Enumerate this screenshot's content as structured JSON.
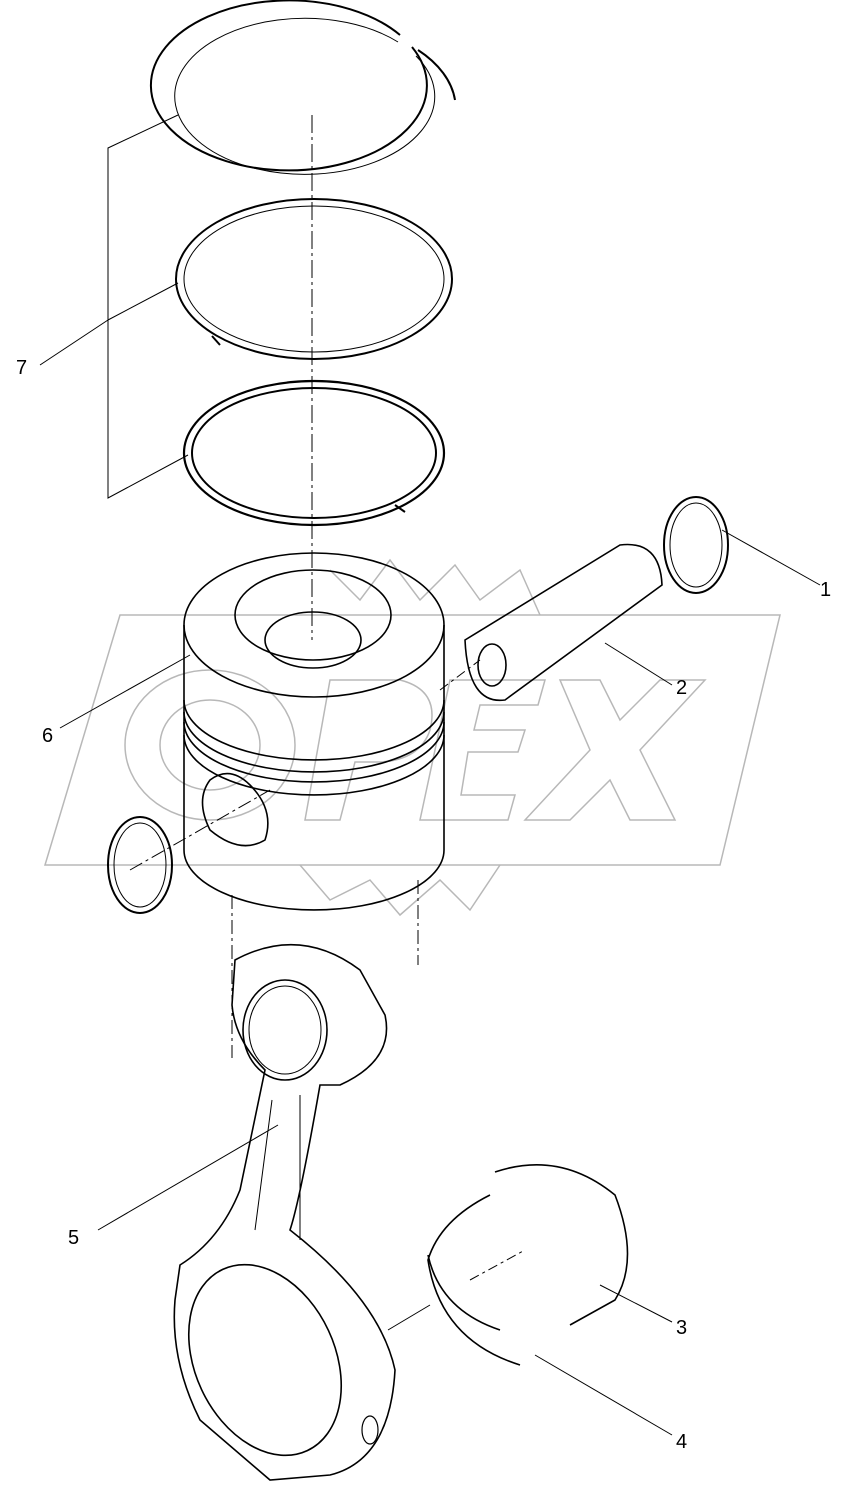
{
  "diagram": {
    "type": "exploded-parts-view",
    "subject": "Piston and connecting rod assembly",
    "watermark": "OPEX",
    "colors": {
      "line": "#000000",
      "watermark": "#b0b0b0",
      "background": "#ffffff"
    },
    "callouts": [
      {
        "number": "1",
        "part": "piston pin retaining ring (right)"
      },
      {
        "number": "2",
        "part": "piston pin"
      },
      {
        "number": "3",
        "part": "connecting rod bearing shell (upper)"
      },
      {
        "number": "4",
        "part": "connecting rod bearing shell (lower)"
      },
      {
        "number": "5",
        "part": "connecting rod"
      },
      {
        "number": "6",
        "part": "piston"
      },
      {
        "number": "7",
        "part": "piston ring set (3 rings)"
      }
    ]
  }
}
